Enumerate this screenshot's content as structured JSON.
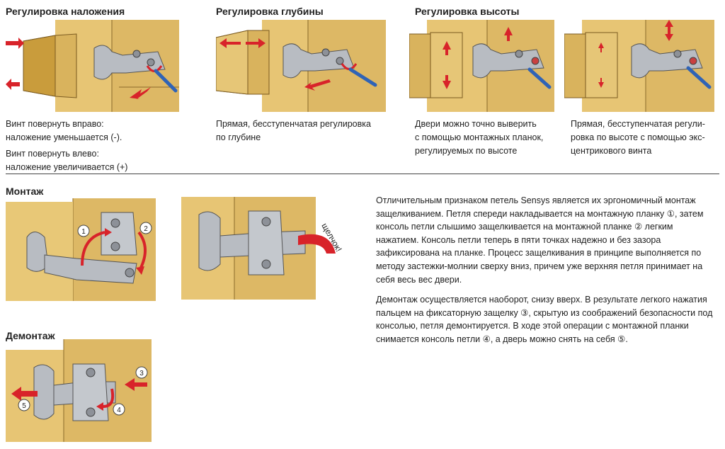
{
  "top_sections": [
    {
      "title": "Регулировка наложения",
      "caption_lines": [
        "Винт повернуть вправо:",
        "наложение уменьшается (-).",
        "Винт повернуть влево:",
        "наложение увеличивается (+)"
      ]
    },
    {
      "title": "Регулировка глубины",
      "caption_lines": [
        "Прямая, бесступенчатая регулировка",
        "по глубине"
      ]
    },
    {
      "title": "Регулировка высоты",
      "caption_lines": [
        "Двери можно точно выверить",
        "с помощью монтажных планок,",
        "регулируемых по высоте"
      ]
    },
    {
      "title": "",
      "caption_lines": [
        "Прямая, бесступенчатая регули-",
        "ровка по высоте с помощью экс-",
        "центрикового винта"
      ]
    }
  ],
  "mounting": {
    "title": "Монтаж",
    "steps": [
      "1",
      "2"
    ],
    "click_label": "щелчок!"
  },
  "dismounting": {
    "title": "Демонтаж",
    "steps": [
      "3",
      "4",
      "5"
    ]
  },
  "description": {
    "paragraph_1": "Отличительным признаком петель Sensys является их эргономичный монтаж защелкиванием. Петля спереди накладывается на монтажную планку ①, затем консоль петли слышимо защелкивается на монтажной планке ② лег­ким нажатием. Консоль петли теперь в пяти точках надежно и без зазора зафиксирована на планке. Процесс защелкивания в принципе выполняется по методу застежки-молнии сверху вниз, причем уже верхняя петля принимает на себя весь вес двери.",
    "paragraph_2": "Демонтаж осуществляется наоборот, снизу вверх. В результате легкого нажа­тия пальцем на фиксаторную защелку ③, скрытую из соображений безопас­ности под консолью, петля демонтируется. В ходе этой операции с монтажной планки снимается консоль петли ④, а дверь можно снять на себя ⑤."
  },
  "colors": {
    "wood": "#e7c574",
    "wood_dark": "#c9a350",
    "metal": "#b8bcc2",
    "arrow_red": "#d8232a",
    "screwdriver_blue": "#2f63b6"
  }
}
